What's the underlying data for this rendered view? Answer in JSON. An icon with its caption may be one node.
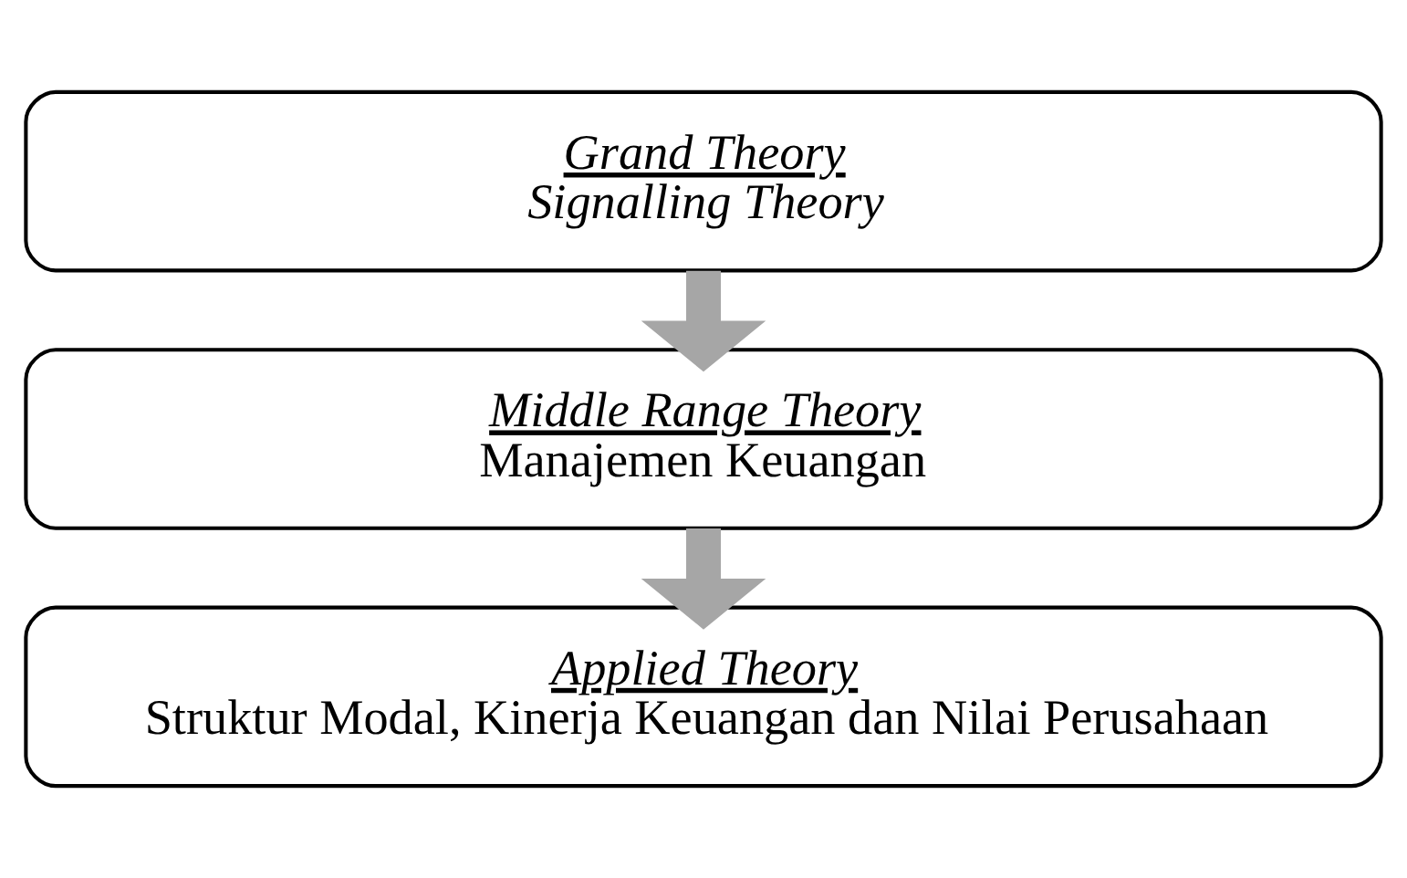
{
  "diagram": {
    "nodes": [
      {
        "text": [
          "Grand Theory",
          "Signalling Theory"
        ]
      },
      {
        "text": [
          "Middle Range Theory",
          "Manajemen Keuangan"
        ]
      },
      {
        "text": [
          "Applied Theory",
          "Struktur Modal, Kinerja Keuangan dan Nilai Perusahaan"
        ]
      }
    ],
    "edges": [
      {
        "from": 0,
        "to": 1,
        "arrow": "to"
      },
      {
        "from": 1,
        "to": 2,
        "arrow": "to"
      }
    ]
  }
}
